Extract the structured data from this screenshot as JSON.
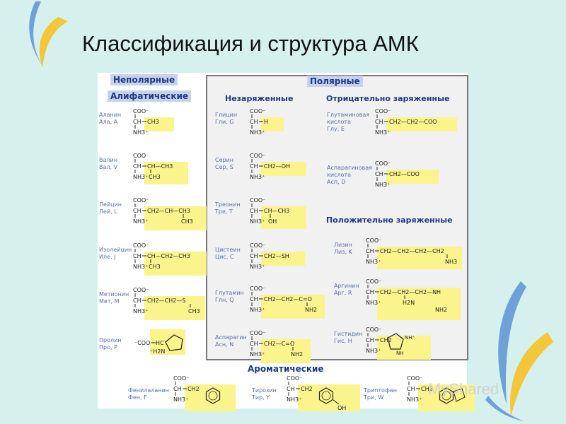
{
  "slide": {
    "title": "Классификация и структура АМК"
  },
  "groups": {
    "nonpolar": "Неполярные",
    "aliphatic": "Алифатические",
    "polar": "Полярные",
    "uncharged": "Незаряженные",
    "negative": "Отрицательно заряженные",
    "positive": "Положительно заряженные",
    "aromatic": "Ароматические"
  },
  "amino_acids": {
    "ala": {
      "name": "Аланин",
      "code": "Ала, A",
      "side": "CH3"
    },
    "val": {
      "name": "Валин",
      "code": "Вал, V",
      "side": "CH—CH3",
      "side2": "CH3"
    },
    "leu": {
      "name": "Лейцин",
      "code": "Лей, L",
      "side": "CH2—CH—CH3",
      "side2": "CH3"
    },
    "ile": {
      "name": "Изолейцин",
      "code": "Иле, J",
      "side": "CH—CH2—CH3",
      "side2": "CH3"
    },
    "met": {
      "name": "Метионин",
      "code": "Мет, M",
      "side": "CH2—CH2—S",
      "side2": "CH3"
    },
    "pro": {
      "name": "Пролин",
      "code": "Про, P",
      "left": "COO",
      "nh": "H2N",
      "ch": "HC"
    },
    "gly": {
      "name": "Глицин",
      "code": "Гли, G",
      "side": "H"
    },
    "ser": {
      "name": "Серин",
      "code": "Сер, S",
      "side": "CH2—OH"
    },
    "thr": {
      "name": "Треонин",
      "code": "Тре, T",
      "side": "CH—CH3",
      "side2": "OH"
    },
    "cys": {
      "name": "Цистеин",
      "code": "Цис, C",
      "side": "CH2—SH"
    },
    "gln": {
      "name": "Глутамин",
      "code": "Глн, Q",
      "side": "CH2—CH2—C=O",
      "side2": "NH2"
    },
    "asn": {
      "name": "Аспарагин",
      "code": "Асн, N",
      "side": "CH2—C=O",
      "side2": "NH2"
    },
    "glu": {
      "name": "Глутаминовая",
      "name2": "кислота",
      "code": "Глу, E",
      "side": "CH2—CH2—COO"
    },
    "asp": {
      "name": "Аспарагиновая",
      "name2": "кислота",
      "code": "Асп, D",
      "side": "CH2—COO"
    },
    "lys": {
      "name": "Лизин",
      "code": "Лиз, K",
      "side": "CH2—CH2—CH2—CH2",
      "side2": "NH3"
    },
    "arg": {
      "name": "Аргинин",
      "code": "Арг, R",
      "side": "CH2—CH2—CH2—NH",
      "side2": "H2N",
      "side3": "NH2"
    },
    "his": {
      "name": "Гистидин",
      "code": "Гис, H",
      "side": "CH2",
      "ring": "NH",
      "ring2": "NH"
    },
    "phe": {
      "name": "Фенилаланин",
      "code": "Фен, F",
      "side": "CH2"
    },
    "tyr": {
      "name": "Тирозин",
      "code": "Тир, Y",
      "side": "CH2",
      "oh": "OH"
    },
    "trp": {
      "name": "Триптофан",
      "code": "Три, W",
      "side": "CH2"
    }
  },
  "backbone": {
    "coo": "COO",
    "ch": "CH",
    "nh3": "NH3"
  },
  "colors": {
    "background": "#d6f0ee",
    "highlight": "#fbf38c",
    "header_bg": "#c7d2ec",
    "header_text": "#1d3a86",
    "label": "#5770a8",
    "swoosh_blue": "#6fa0d8",
    "swoosh_yellow": "#f4c63a"
  },
  "watermark": "MyShared"
}
